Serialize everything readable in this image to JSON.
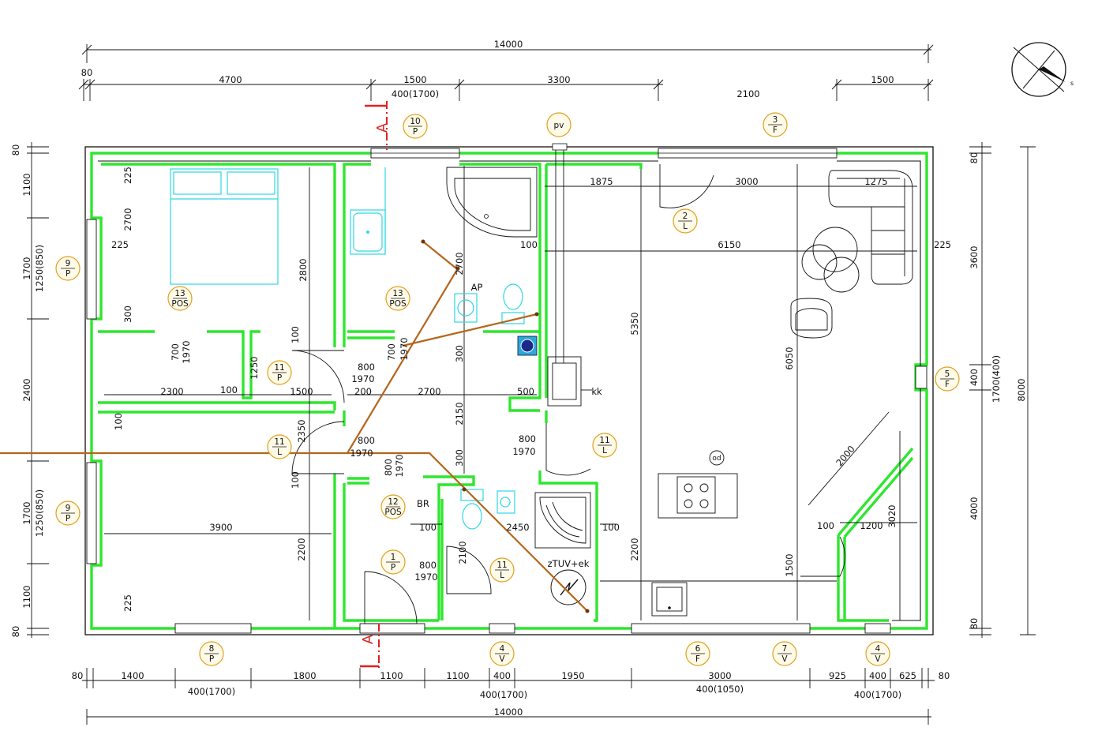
{
  "dims": {
    "top_total": "14000",
    "top_80": "80",
    "top_4700": "4700",
    "top_1500": "1500",
    "top_400_1700": "400(1700)",
    "top_3300": "3300",
    "top_2100": "2100",
    "top_1500r": "1500",
    "bot_total": "14000",
    "bot_80": "80",
    "bot_1400": "1400",
    "bot_400_1700a": "400(1700)",
    "bot_1800": "1800",
    "bot_1100a": "1100",
    "bot_1100b": "1100",
    "bot_400": "400",
    "bot_400_1700b": "400(1700)",
    "bot_1950": "1950",
    "bot_3000": "3000",
    "bot_400_1050": "400(1050)",
    "bot_925": "925",
    "bot_400r": "400",
    "bot_625": "625",
    "bot_400_1700c": "400(1700)",
    "bot_80r": "80",
    "left_80a": "80",
    "left_1100a": "1100",
    "left_1700a": "1700",
    "left_1250a": "1250(850)",
    "left_2400": "2400",
    "left_1700b": "1700",
    "left_1250b": "1250(850)",
    "left_1100b": "1100",
    "left_80b": "80",
    "right_80a": "80",
    "right_3600": "3600",
    "right_400": "400",
    "right_1700_400": "1700(400)",
    "right_8000": "8000",
    "right_4000": "4000",
    "right_80b": "80",
    "in_225a": "225",
    "in_2700": "2700",
    "in_225b": "225",
    "in_2800": "2800",
    "in_300": "300",
    "in_700_1970a": "700",
    "in_1970a": "1970",
    "in_2300": "2300",
    "in_100a": "100",
    "in_1250": "1250",
    "in_100b": "100",
    "in_1500": "1500",
    "in_800a": "800",
    "in_1970b": "1970",
    "in_200": "200",
    "in_2700b": "2700",
    "in_500": "500",
    "in_700b": "700",
    "in_1970c": "1970",
    "in_2700c": "2700",
    "in_300b": "300",
    "in_100c": "100",
    "in_2150": "2150",
    "in_100d": "100",
    "in_2350": "2350",
    "in_800b": "800",
    "in_1970d": "1970",
    "in_800c": "800",
    "in_1970e": "1970",
    "in_300c": "300",
    "in_800d": "800",
    "in_1970f": "1970",
    "in_100e": "100",
    "in_3900": "3900",
    "in_2200a": "2200",
    "in_100f": "100",
    "in_2450": "2450",
    "in_100g": "100",
    "in_2100": "2100",
    "in_800e": "800",
    "in_1970g": "1970",
    "in_225c": "225",
    "in_1875": "1875",
    "in_3000": "3000",
    "in_1275": "1275",
    "in_6150": "6150",
    "in_225d": "225",
    "in_5350": "5350",
    "in_6050": "6050",
    "in_2000": "2000",
    "in_100h": "100",
    "in_1200": "1200",
    "in_3020": "3020",
    "in_2200b": "2200",
    "in_1500b": "1500"
  },
  "labels": {
    "ap": "AP",
    "kk": "kk",
    "br": "BR",
    "od": "od",
    "pv": "pv",
    "ztuv": "zTUV+ek",
    "section_a": "A"
  },
  "tags": [
    {
      "n": "10",
      "d": "P"
    },
    {
      "n": "3",
      "d": "F"
    },
    {
      "n": "2",
      "d": "L"
    },
    {
      "n": "9",
      "d": "P"
    },
    {
      "n": "13",
      "d": "POS"
    },
    {
      "n": "13",
      "d": "POS"
    },
    {
      "n": "11",
      "d": "P"
    },
    {
      "n": "11",
      "d": "L"
    },
    {
      "n": "11",
      "d": "L"
    },
    {
      "n": "9",
      "d": "P"
    },
    {
      "n": "12",
      "d": "POS"
    },
    {
      "n": "1",
      "d": "P"
    },
    {
      "n": "11",
      "d": "L"
    },
    {
      "n": "5",
      "d": "F"
    },
    {
      "n": "8",
      "d": "P"
    },
    {
      "n": "4",
      "d": "V"
    },
    {
      "n": "6",
      "d": "F"
    },
    {
      "n": "7",
      "d": "V"
    },
    {
      "n": "4",
      "d": "V"
    }
  ],
  "colors": {
    "wall": "#2fe62f",
    "furniture": "#2dd7e4",
    "pipe": "#b5651d",
    "tag_border": "#e0a020",
    "section": "#e02020"
  }
}
